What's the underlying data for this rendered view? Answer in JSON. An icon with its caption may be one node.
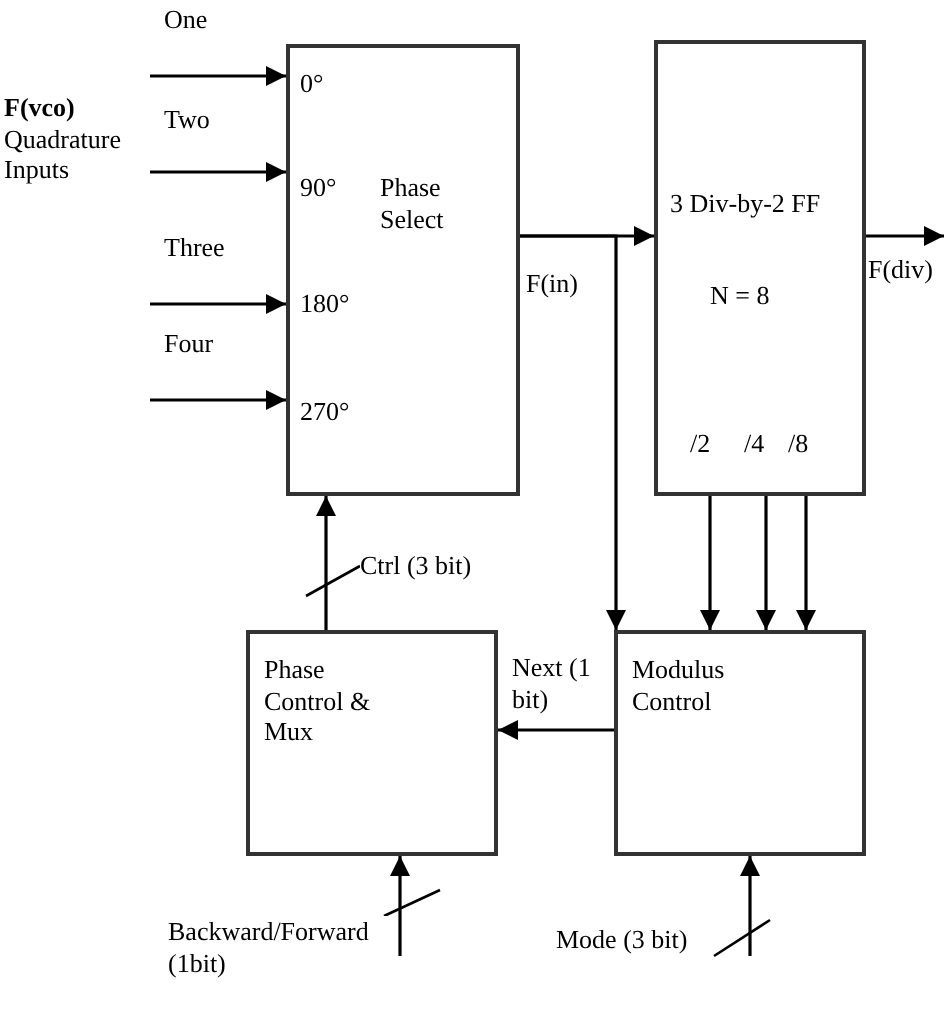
{
  "diagram": {
    "nodes": [
      {
        "text": [
          "0°",
          "90°",
          "180°",
          "270°",
          "Phase Select"
        ]
      },
      {
        "text": [
          "3 Div-by-2 FF",
          "N = 8",
          "/2",
          "/4",
          "/8"
        ]
      },
      {
        "text": [
          "Phase Control & Mux"
        ]
      },
      {
        "text": [
          "Modulus Control"
        ]
      }
    ],
    "edges": [
      {
        "from": null,
        "to": 0,
        "arrow": "to",
        "label": "One"
      },
      {
        "from": null,
        "to": 0,
        "arrow": "to",
        "label": "Two"
      },
      {
        "from": null,
        "to": 0,
        "arrow": "to",
        "label": "Three"
      },
      {
        "from": null,
        "to": 0,
        "arrow": "to",
        "label": "Four"
      },
      {
        "from": 0,
        "to": 1,
        "arrow": "to",
        "label": "F(in)"
      },
      {
        "from": 0,
        "to": 3,
        "arrow": "to"
      },
      {
        "from": 1,
        "to": 3,
        "arrow": "to"
      },
      {
        "from": 1,
        "to": 3,
        "arrow": "to"
      },
      {
        "from": 1,
        "to": 3,
        "arrow": "to"
      },
      {
        "from": 1,
        "to": null,
        "arrow": "to",
        "label": "F(div)"
      },
      {
        "from": 2,
        "to": 0,
        "arrow": "to",
        "label": "Ctrl (3 bit)"
      },
      {
        "from": 3,
        "to": 2,
        "arrow": "to",
        "label": "Next (1 bit)"
      },
      {
        "from": null,
        "to": 2,
        "arrow": "to",
        "label": "Backward/Forward (1bit)"
      },
      {
        "from": null,
        "to": 3,
        "arrow": "to",
        "label": "Mode (3 bit)"
      }
    ],
    "labels": [
      "**F(vco)** Quadrature Inputs"
    ]
  }
}
